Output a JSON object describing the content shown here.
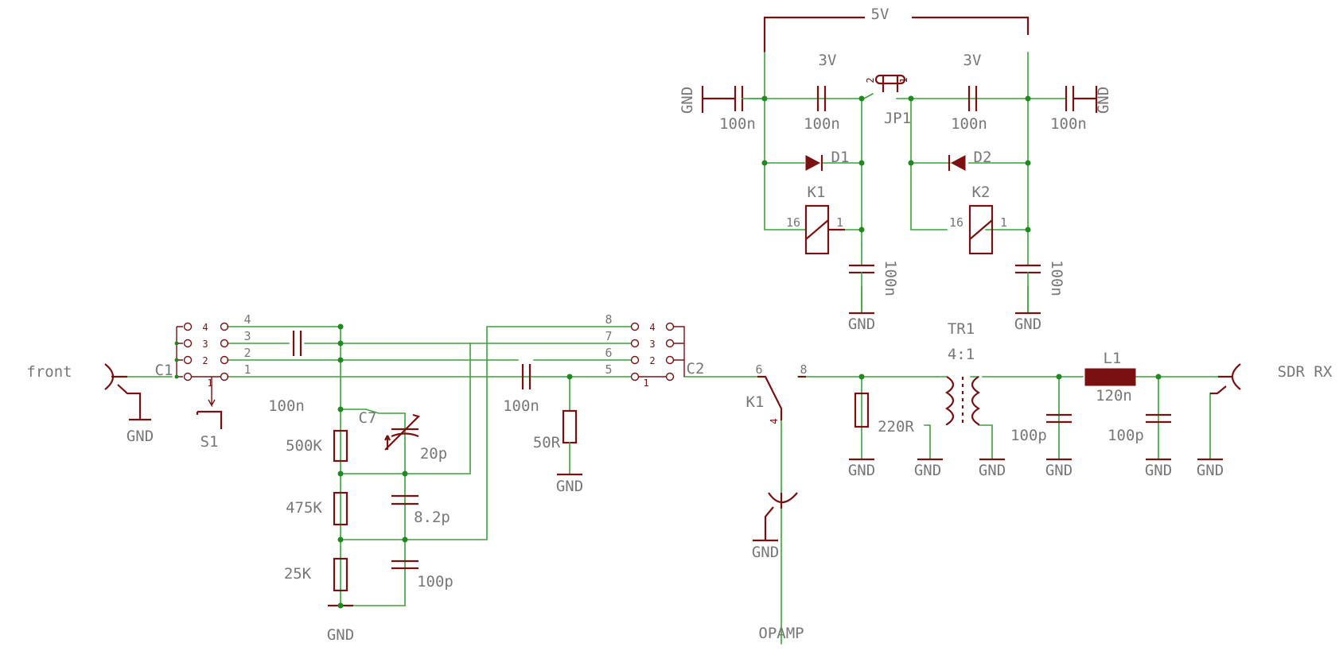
{
  "supply": {
    "rail_5v": "5V",
    "rail_3v_left": "3V",
    "rail_3v_right": "3V"
  },
  "connectors": {
    "front": "front",
    "sdr_rx": "SDR RX",
    "opamp": "OPAMP"
  },
  "parts": {
    "c1": "C1",
    "c2": "C2",
    "s1": "S1",
    "c7": "C7",
    "k1": "K1",
    "k1_relay": "K1",
    "k2": "K2",
    "d1": "D1",
    "d2": "D2",
    "jp1": "JP1",
    "tr1": "TR1",
    "tr1_ratio": "4:1",
    "l1": "L1"
  },
  "values": {
    "cap_left_gnd": "100n",
    "cap_left_3v": "100n",
    "cap_right_3v": "100n",
    "cap_right_gnd": "100n",
    "cap_k1": "100n",
    "cap_k2": "100n",
    "cap_c1": "100n",
    "cap_mid": "100n",
    "r_500k": "500K",
    "r_475k": "475K",
    "r_25k": "25K",
    "c7_value": "20p",
    "cap_82p": "8.2p",
    "cap_100p_bottom": "100p",
    "r_50r": "50R",
    "r_220r": "220R",
    "cap_100p_a": "100p",
    "cap_100p_b": "100p",
    "l1_value": "120n"
  },
  "gnd": {
    "left_rail": "GND",
    "right_rail": "GND",
    "k1_cap": "GND",
    "k2_cap": "GND",
    "front": "GND",
    "ladder": "GND",
    "r50": "GND",
    "opamp": "GND",
    "r220": "GND",
    "tr_left": "GND",
    "tr_right": "GND",
    "cap_a": "GND",
    "cap_b": "GND",
    "sdr": "GND"
  },
  "pins": {
    "c1_1": "1",
    "c1_2": "2",
    "c1_3": "3",
    "c1_4": "4",
    "c2_5": "5",
    "c2_6": "6",
    "c2_7": "7",
    "c2_8": "8",
    "c1_sw_1": "1",
    "c1_sw_2": "2",
    "c1_sw_3": "3",
    "c1_sw_4": "4",
    "c2_sw_1": "1",
    "c2_sw_2": "2",
    "c2_sw_3": "3",
    "c2_sw_4": "4",
    "k1_6": "6",
    "k1_8": "8",
    "k1_4": "4",
    "k1_coil_16": "16",
    "k1_coil_1": "1",
    "k2_coil_16": "16",
    "k2_coil_1": "1",
    "jp1_1": "1",
    "jp1_2": "2"
  },
  "colors": {
    "wire": "#3aa33a",
    "part": "#7a1010",
    "junction": "#1f8a1f",
    "label": "#777777"
  }
}
